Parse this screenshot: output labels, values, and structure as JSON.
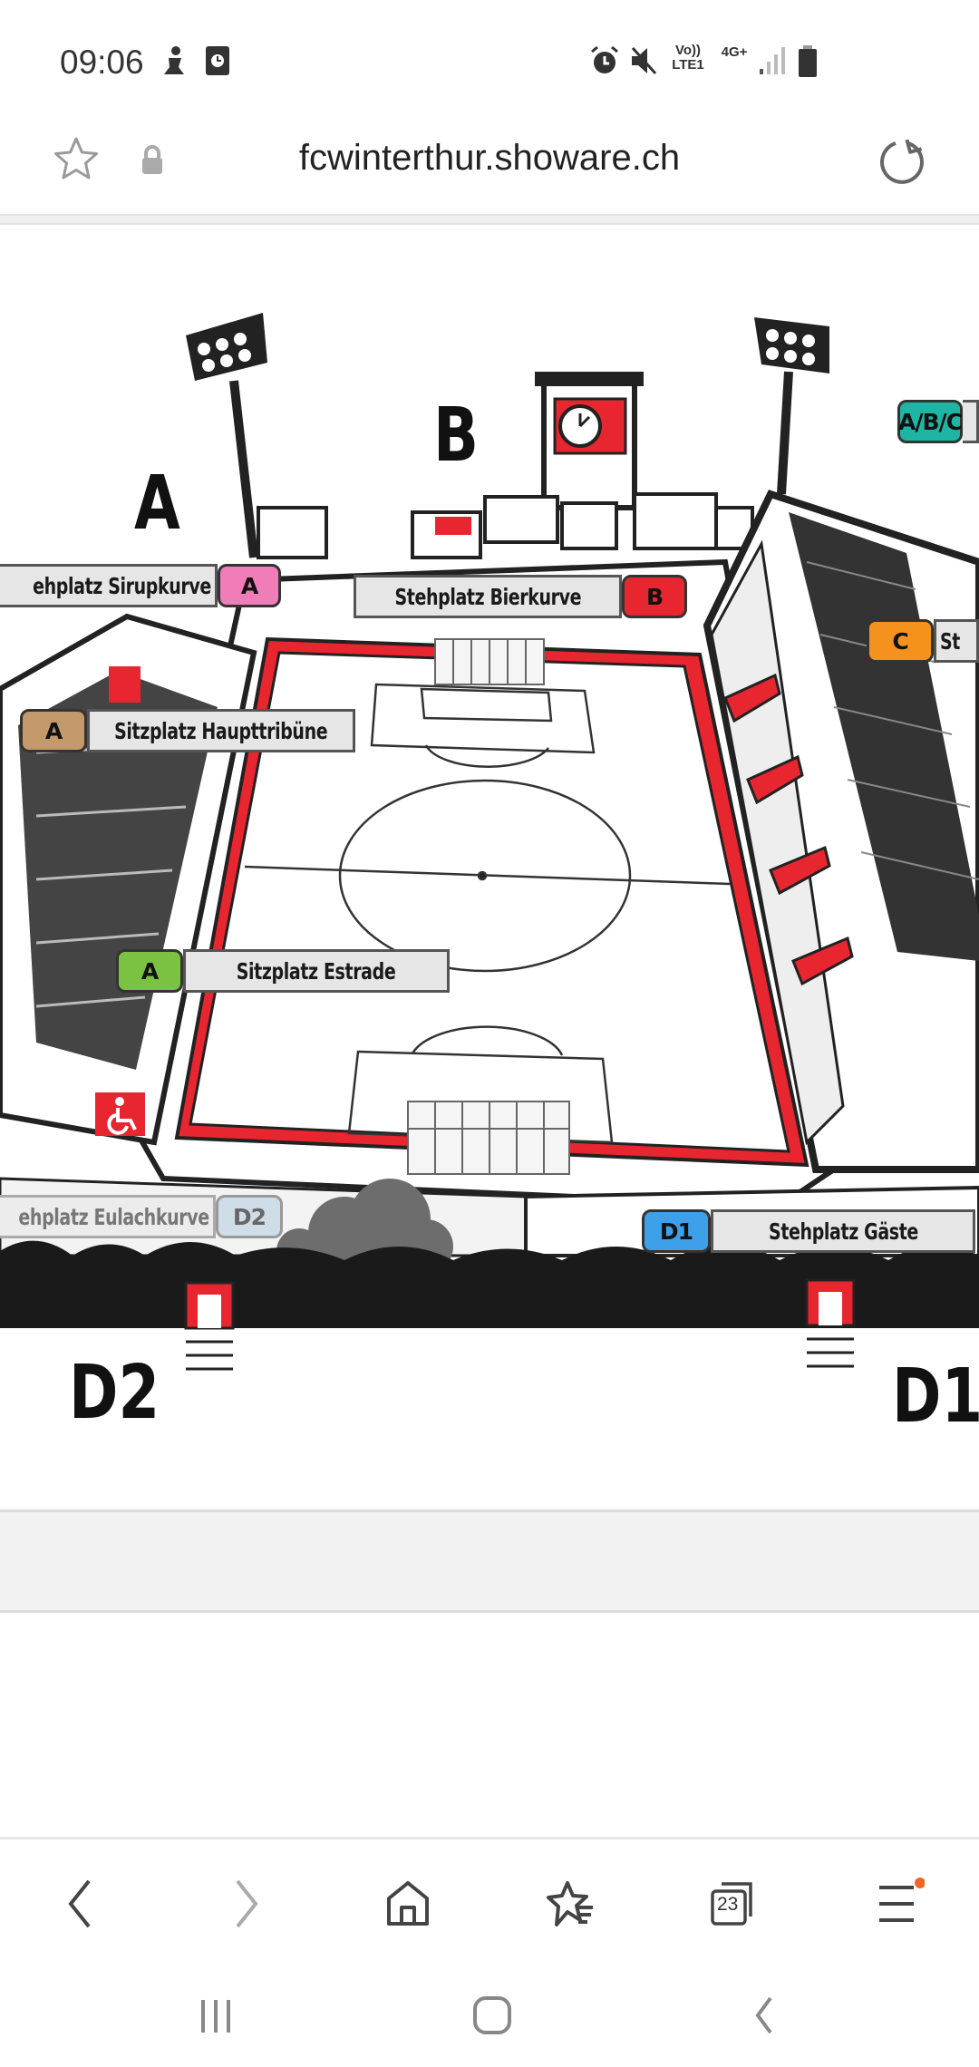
{
  "status_bar": {
    "time": "09:06",
    "network_labels": [
      "Vo)) LTE1",
      "4G+"
    ]
  },
  "browser": {
    "url": "fcwinterthur.showare.ch",
    "tab_count": "23"
  },
  "stadium_map": {
    "sector_letters": {
      "a": "A",
      "b": "B",
      "d1": "D1",
      "d2": "D2"
    },
    "labels": [
      {
        "id": "abc",
        "badge": "A/B/C",
        "text": "",
        "color": "#1fb5a5"
      },
      {
        "id": "sirupkurve",
        "badge": "A",
        "text": "ehplatz Sirupkurve",
        "color": "#f07cb8"
      },
      {
        "id": "bierkurve",
        "badge": "B",
        "text": "Stehplatz Bierkurve",
        "color": "#e8262f"
      },
      {
        "id": "c",
        "badge": "C",
        "text": "St",
        "color": "#f5921e"
      },
      {
        "id": "haupttribuene",
        "badge": "A",
        "text": "Sitzplatz Haupttribüne",
        "color": "#c49a6c"
      },
      {
        "id": "estrade",
        "badge": "A",
        "text": "Sitzplatz Estrade",
        "color": "#7cc242"
      },
      {
        "id": "eulachkurve",
        "badge": "D2",
        "text": "ehplatz Eulachkurve",
        "color": "#cfdde8"
      },
      {
        "id": "gaeste",
        "badge": "D1",
        "text": "Stehplatz Gäste",
        "color": "#3ea0e8"
      }
    ]
  },
  "colors": {
    "accent_red": "#e8262f",
    "notification_dot": "#f26522"
  }
}
